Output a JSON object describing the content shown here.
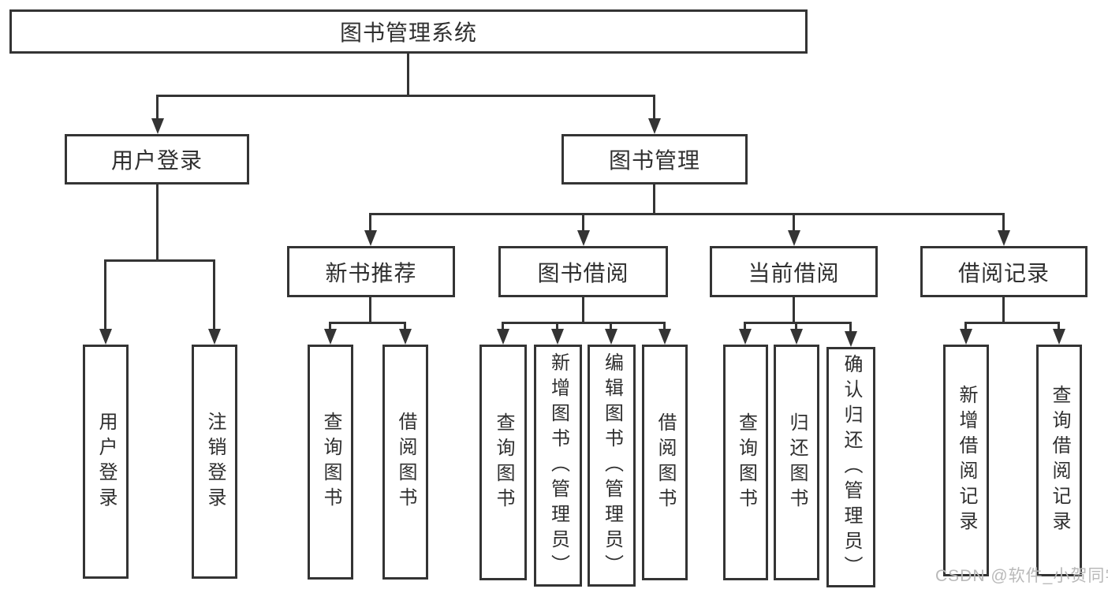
{
  "diagram": {
    "root": {
      "label": "图书管理系统"
    },
    "level2": [
      {
        "label": "用户登录"
      },
      {
        "label": "图书管理"
      }
    ],
    "level3": [
      {
        "label": "新书推荐"
      },
      {
        "label": "图书借阅"
      },
      {
        "label": "当前借阅"
      },
      {
        "label": "借阅记录"
      }
    ],
    "leaves": {
      "user_login": [
        "用户登录",
        "注销登录"
      ],
      "new_book": [
        "查询图书",
        "借阅图书"
      ],
      "borrow": [
        "查询图书",
        "新增图书（管理员）",
        "编辑图书（管理员）",
        "借阅图书"
      ],
      "current": [
        "查询图书",
        "归还图书",
        "确认归还（管理员）"
      ],
      "records": [
        "新增借阅记录",
        "查询借阅记录"
      ]
    }
  },
  "watermark": "CSDN @软件_小贺同学",
  "colors": {
    "line": "#343434",
    "text": "#2f2f2f",
    "watermark": "#b9b9b9",
    "background": "#ffffff"
  }
}
